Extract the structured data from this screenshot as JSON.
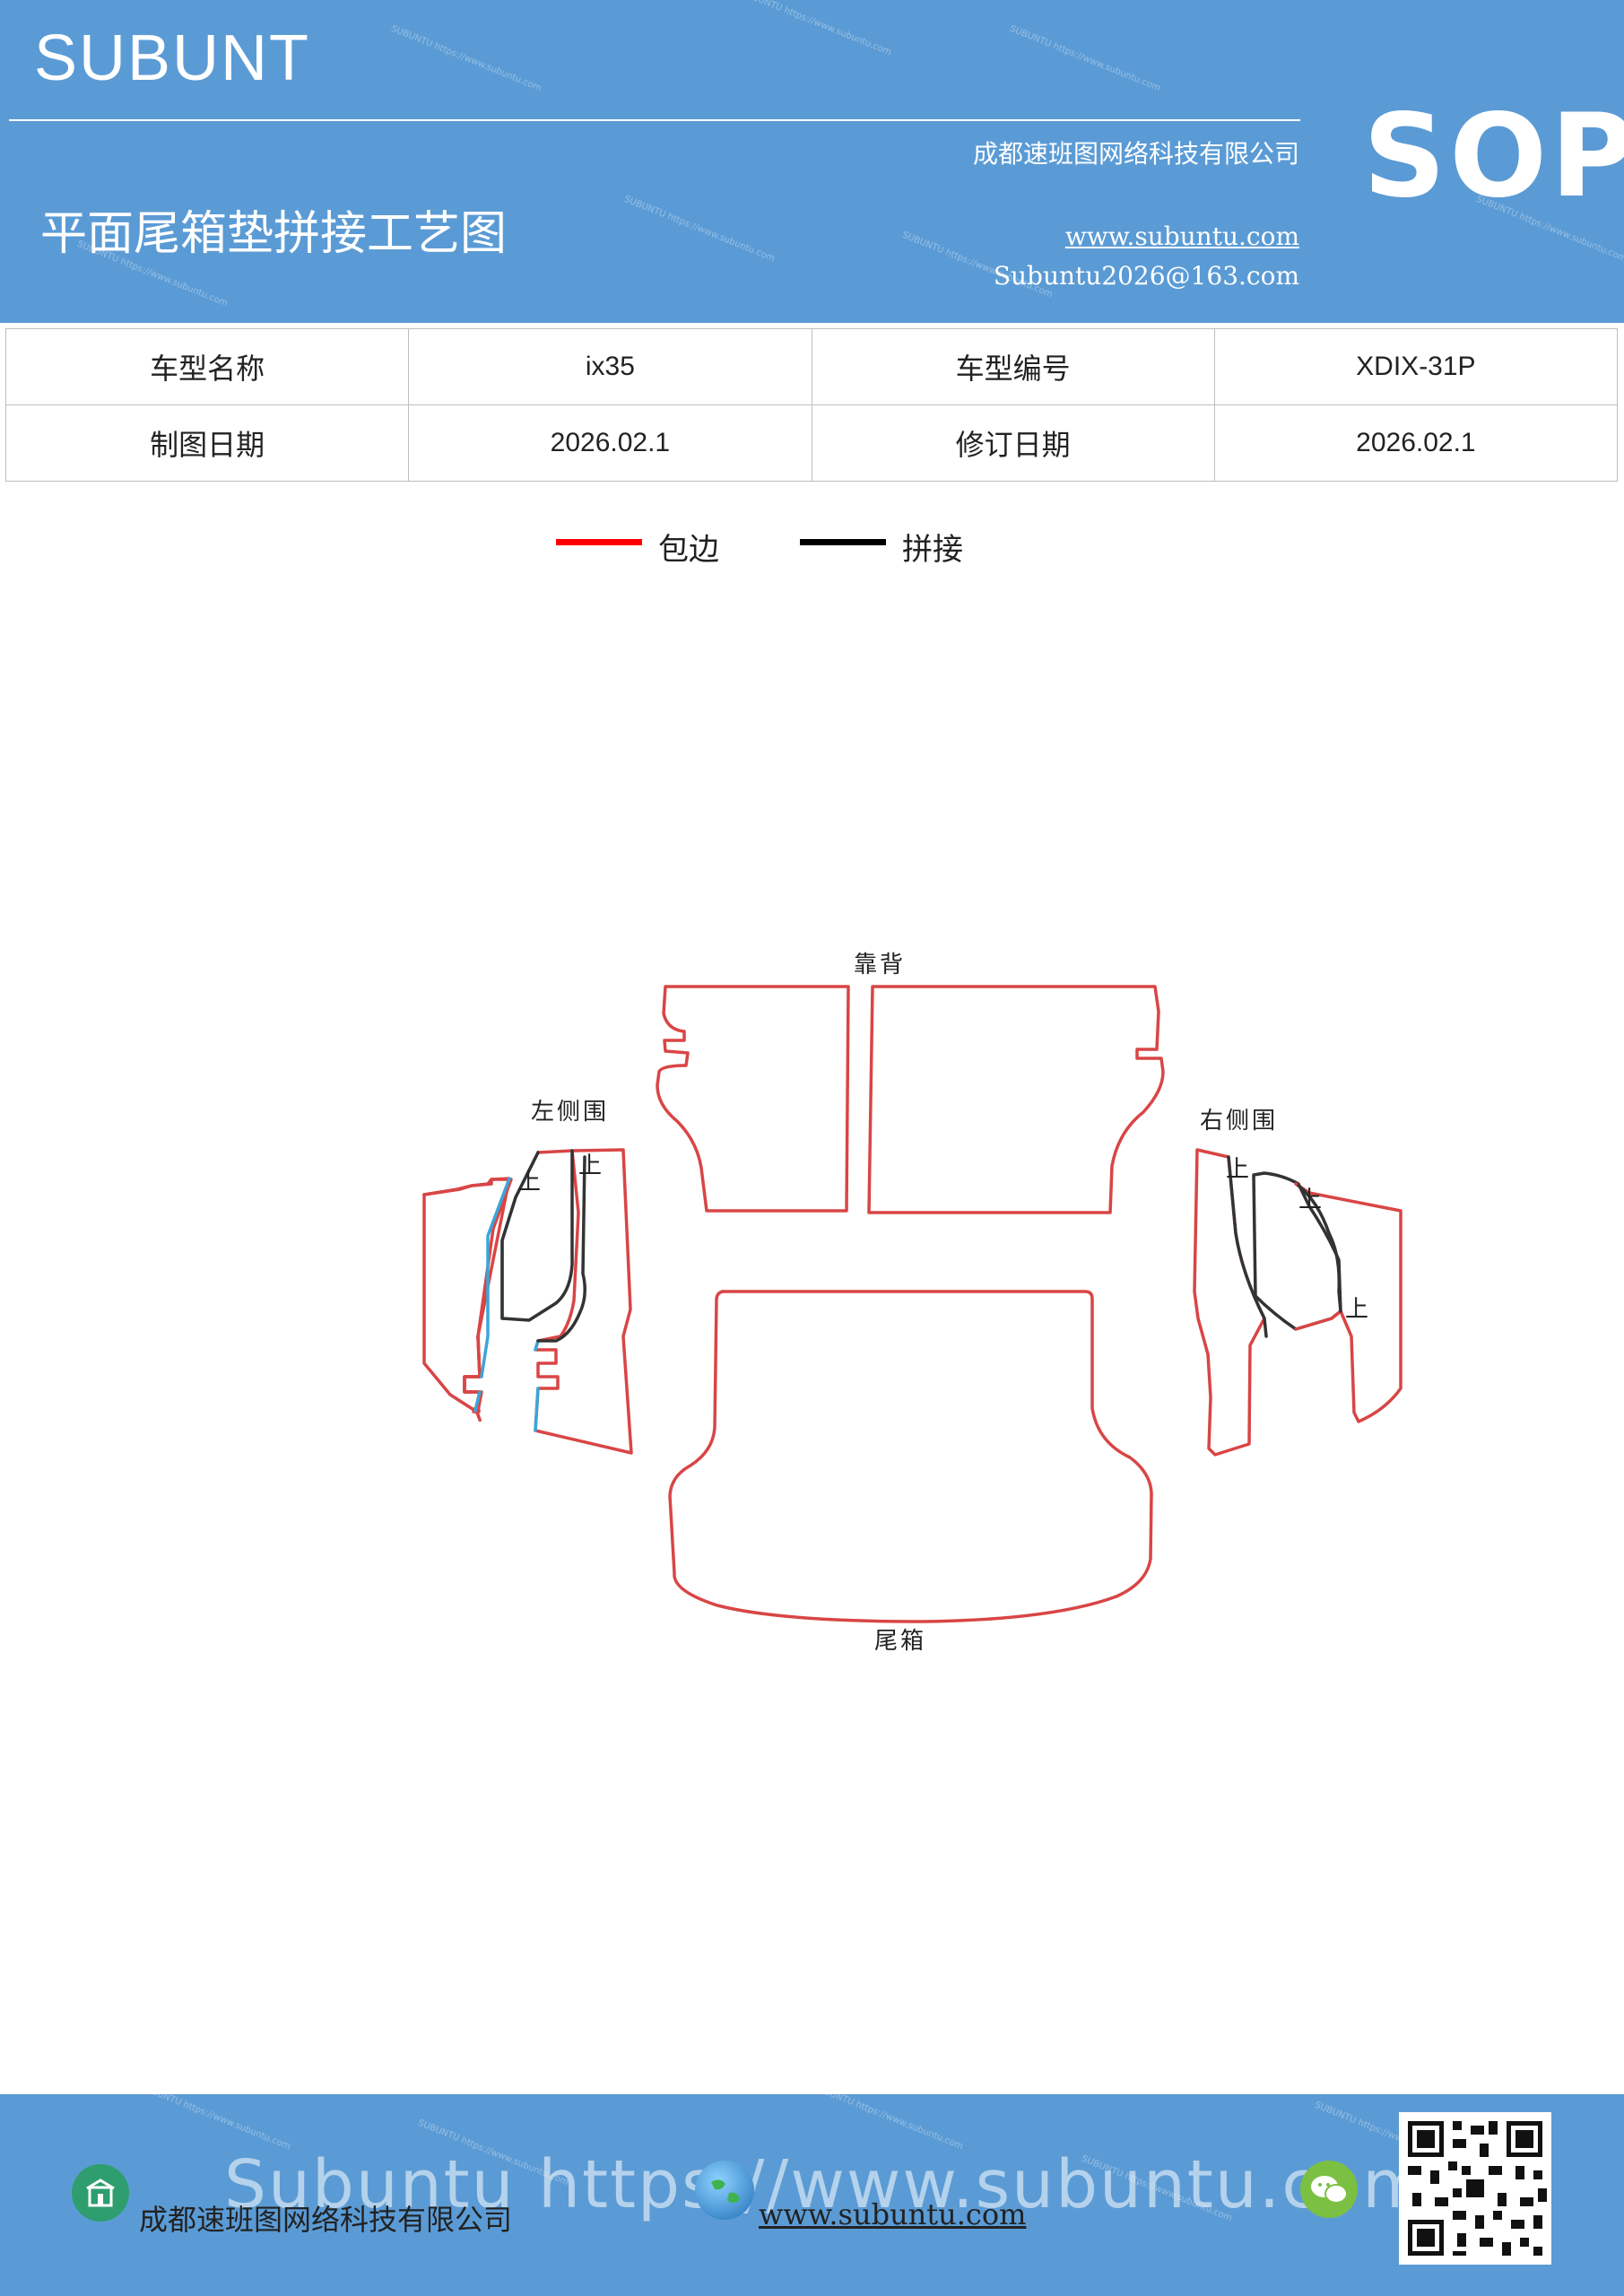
{
  "header": {
    "brand": "SUBUNT",
    "company": "成都速班图网络科技有限公司",
    "title": "平面尾箱垫拼接工艺图",
    "website": "www.subuntu.com",
    "email": "Subuntu2026@163.com",
    "badge": "SOP"
  },
  "info_table": {
    "rows": [
      {
        "label1": "车型名称",
        "value1": "ix35",
        "label2": "车型编号",
        "value2": "XDIX-31P"
      },
      {
        "label1": "制图日期",
        "value1": "2026.02.1",
        "label2": "修订日期",
        "value2": "2026.02.1"
      }
    ]
  },
  "legend": [
    {
      "label": "包边",
      "color": "#ff0000"
    },
    {
      "label": "拼接",
      "color": "#000000"
    }
  ],
  "diagram": {
    "labels": {
      "backrest": "靠背",
      "left_side": "左侧围",
      "right_side": "右侧围",
      "trunk": "尾箱",
      "up_mark": "上"
    },
    "colors": {
      "edge": "#d94545",
      "seam": "#333333",
      "blue": "#3aa6d8"
    }
  },
  "footer": {
    "company": "成都速班图网络科技有限公司",
    "website": "www.subuntu.com",
    "watermark": "Subuntu https://www.subuntu.com",
    "icons": [
      "building-icon",
      "globe-icon",
      "wechat-icon",
      "qr-code"
    ]
  }
}
